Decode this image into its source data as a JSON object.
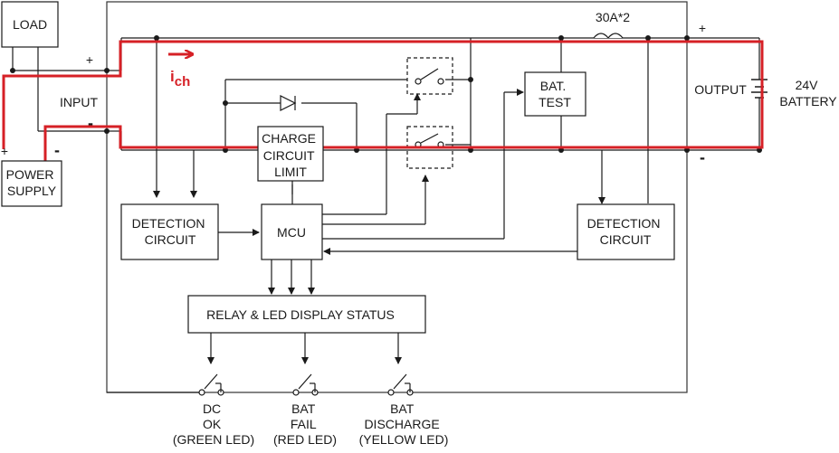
{
  "diagram": {
    "load": "LOAD",
    "power_supply": [
      "POWER",
      "SUPPLY"
    ],
    "input_label": "INPUT",
    "input_plus": "+",
    "input_minus": "-",
    "ps_plus": "+",
    "ps_minus": "-",
    "current_symbol": "i",
    "current_subscript": "ch",
    "charge_limit": [
      "CHARGE",
      "CIRCUIT",
      "LIMIT"
    ],
    "bat_test": [
      "BAT.",
      "TEST"
    ],
    "fuse_label": "30A*2",
    "output_label": "OUTPUT",
    "output_plus": "+",
    "output_minus": "-",
    "battery_label": [
      "24V",
      "BATTERY"
    ],
    "detection_left": [
      "DETECTION",
      "CIRCUIT"
    ],
    "mcu": "MCU",
    "detection_right": [
      "DETECTION",
      "CIRCUIT"
    ],
    "relay_status": "RELAY & LED DISPLAY STATUS",
    "relay_dc": [
      "DC",
      "OK",
      "(GREEN LED)"
    ],
    "relay_fail": [
      "BAT",
      "FAIL",
      "(RED LED)"
    ],
    "relay_discharge": [
      "BAT",
      "DISCHARGE",
      "(YELLOW LED)"
    ],
    "colors": {
      "line": "#1a1a1a",
      "current_path": "#d62026",
      "frame": "#333333"
    }
  }
}
